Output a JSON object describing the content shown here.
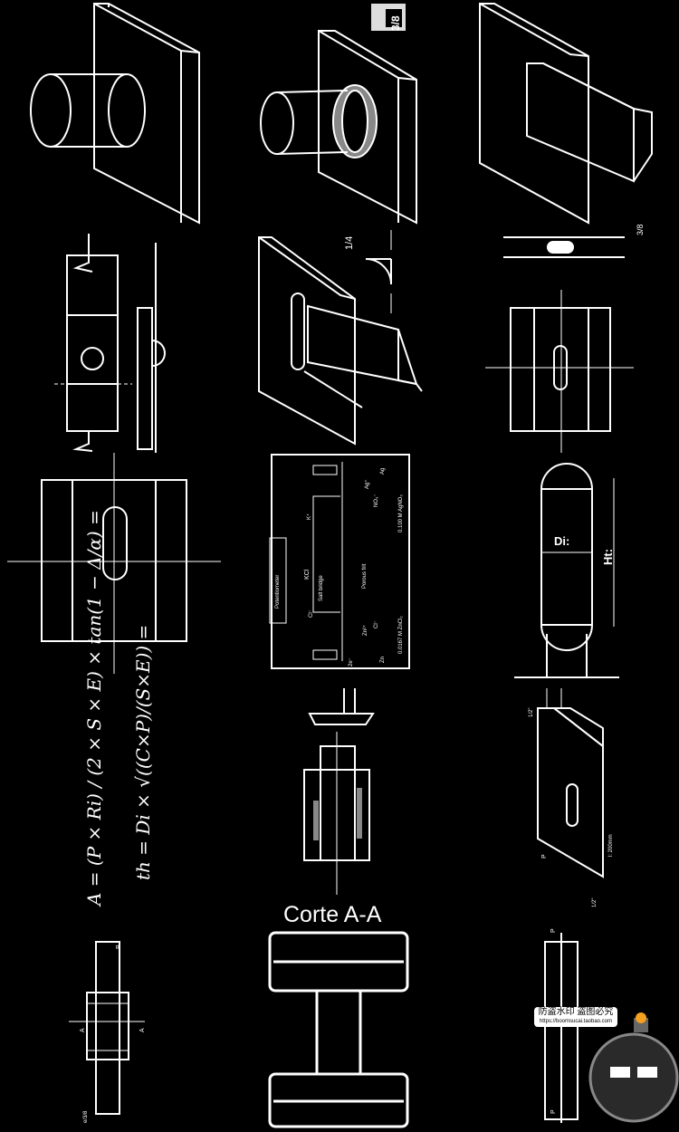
{
  "labels": {
    "top_mid_fraction": "3/8",
    "fillet_size": "1/4",
    "right_weld_size": "3/8",
    "potentiometer": "Potentiometer",
    "salt_bridge": "Salt bridge",
    "kcl": "KCl",
    "porous_frit": "Porous frit",
    "ag_top": "Ag",
    "ag_plus": "Ag⁺",
    "no3_top": "NO₃⁻",
    "agno3": "0.100 M AgNO₃",
    "k_plus": "K⁺",
    "cl_minus": "Cl⁻",
    "zn": "Zn",
    "zn2": "Zn²⁺",
    "two_e": "2e⁻",
    "zncl2": "0.0167 M ZnCl₂",
    "di": "Di:",
    "ht": "Ht:",
    "p": "P",
    "a": "A",
    "half_inch": "1/2\"",
    "l200": "l: 200mm",
    "a_dim": "e/3/8",
    "corte": "Corte A-A"
  },
  "formulas": {
    "area": "A = (P × Ri) / (2 × S × E) × tan(1 − Δ/α) =",
    "thickness": "th = Di × √((C×P)/(S×E)) ="
  },
  "watermark": {
    "line1": "防盗水印 盗图必究",
    "line2": "https://boomsucai.taobao.com"
  }
}
